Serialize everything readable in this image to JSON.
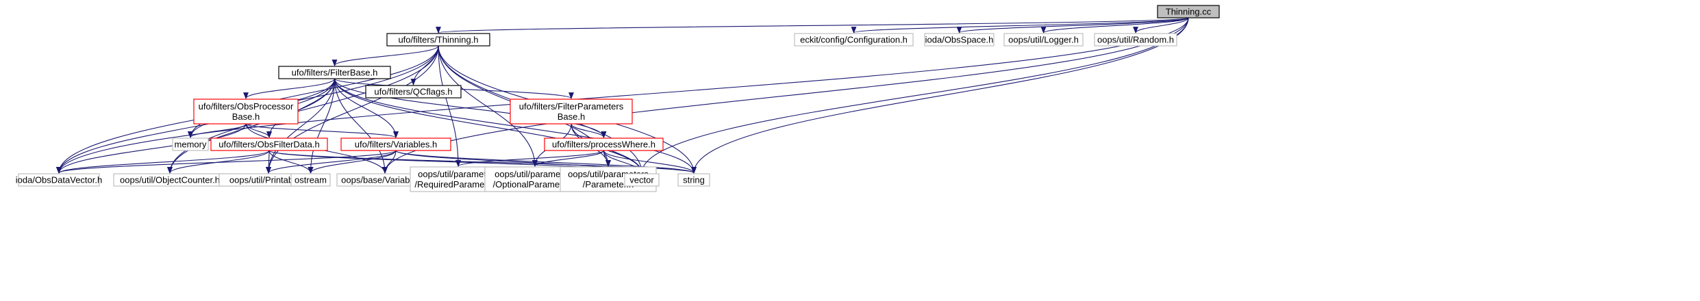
{
  "colors": {
    "root_fill": "#bfbfbf",
    "root_border": "#000000",
    "local_border": "#000000",
    "incomplete_border": "#ff0000",
    "external_border": "#bfbfbf",
    "edge": "#191970"
  },
  "nodes": [
    {
      "id": "thinning_cc",
      "lines": [
        "Thinning.cc"
      ],
      "kind": "root"
    },
    {
      "id": "thinning_h",
      "lines": [
        "ufo/filters/Thinning.h"
      ],
      "kind": "local"
    },
    {
      "id": "eckit_config",
      "lines": [
        "eckit/config/Configuration.h"
      ],
      "kind": "external"
    },
    {
      "id": "ioda_obsspace",
      "lines": [
        "ioda/ObsSpace.h"
      ],
      "kind": "external"
    },
    {
      "id": "oops_logger",
      "lines": [
        "oops/util/Logger.h"
      ],
      "kind": "external"
    },
    {
      "id": "oops_random",
      "lines": [
        "oops/util/Random.h"
      ],
      "kind": "external"
    },
    {
      "id": "filterbase_h",
      "lines": [
        "ufo/filters/FilterBase.h"
      ],
      "kind": "local"
    },
    {
      "id": "qcflags_h",
      "lines": [
        "ufo/filters/QCflags.h"
      ],
      "kind": "local"
    },
    {
      "id": "obsproc_h",
      "lines": [
        "ufo/filters/ObsProcessor",
        "Base.h"
      ],
      "kind": "incomplete"
    },
    {
      "id": "filterparams_h",
      "lines": [
        "ufo/filters/FilterParameters",
        "Base.h"
      ],
      "kind": "incomplete"
    },
    {
      "id": "memory",
      "lines": [
        "memory"
      ],
      "kind": "external"
    },
    {
      "id": "obsfilterdata_h",
      "lines": [
        "ufo/filters/ObsFilterData.h"
      ],
      "kind": "incomplete"
    },
    {
      "id": "variables_h",
      "lines": [
        "ufo/filters/Variables.h"
      ],
      "kind": "incomplete"
    },
    {
      "id": "processwhere_h",
      "lines": [
        "ufo/filters/processWhere.h"
      ],
      "kind": "incomplete"
    },
    {
      "id": "ioda_obsdatavector",
      "lines": [
        "ioda/ObsDataVector.h"
      ],
      "kind": "external"
    },
    {
      "id": "oops_objectcounter",
      "lines": [
        "oops/util/ObjectCounter.h"
      ],
      "kind": "external"
    },
    {
      "id": "oops_printable",
      "lines": [
        "oops/util/Printable.h"
      ],
      "kind": "external"
    },
    {
      "id": "ostream",
      "lines": [
        "ostream"
      ],
      "kind": "external"
    },
    {
      "id": "oops_base_variables",
      "lines": [
        "oops/base/Variables.h"
      ],
      "kind": "external"
    },
    {
      "id": "oops_requiredparam",
      "lines": [
        "oops/util/parameters",
        "/RequiredParameter.h"
      ],
      "kind": "external"
    },
    {
      "id": "oops_optionalparam",
      "lines": [
        "oops/util/parameters",
        "/OptionalParameter.h"
      ],
      "kind": "external"
    },
    {
      "id": "oops_parameter",
      "lines": [
        "oops/util/parameters",
        "/Parameter.h"
      ],
      "kind": "external"
    },
    {
      "id": "vector",
      "lines": [
        "vector"
      ],
      "kind": "external"
    },
    {
      "id": "string",
      "lines": [
        "string"
      ],
      "kind": "external"
    }
  ],
  "edges": [
    [
      "thinning_cc",
      "thinning_h"
    ],
    [
      "thinning_cc",
      "eckit_config"
    ],
    [
      "thinning_cc",
      "ioda_obsspace"
    ],
    [
      "thinning_cc",
      "oops_logger"
    ],
    [
      "thinning_cc",
      "oops_random"
    ],
    [
      "thinning_cc",
      "ioda_obsdatavector"
    ],
    [
      "thinning_cc",
      "oops_base_variables"
    ],
    [
      "thinning_cc",
      "vector"
    ],
    [
      "thinning_cc",
      "string"
    ],
    [
      "thinning_h",
      "filterbase_h"
    ],
    [
      "thinning_h",
      "qcflags_h"
    ],
    [
      "thinning_h",
      "memory"
    ],
    [
      "thinning_h",
      "ioda_obsdatavector"
    ],
    [
      "thinning_h",
      "oops_objectcounter"
    ],
    [
      "thinning_h",
      "oops_printable"
    ],
    [
      "thinning_h",
      "oops_requiredparam"
    ],
    [
      "thinning_h",
      "oops_optionalparam"
    ],
    [
      "thinning_h",
      "oops_parameter"
    ],
    [
      "thinning_h",
      "vector"
    ],
    [
      "thinning_h",
      "string"
    ],
    [
      "filterbase_h",
      "obsproc_h"
    ],
    [
      "filterbase_h",
      "filterparams_h"
    ],
    [
      "filterbase_h",
      "memory"
    ],
    [
      "filterbase_h",
      "obsfilterdata_h"
    ],
    [
      "filterbase_h",
      "variables_h"
    ],
    [
      "filterbase_h",
      "processwhere_h"
    ],
    [
      "filterbase_h",
      "ioda_obsdatavector"
    ],
    [
      "filterbase_h",
      "oops_objectcounter"
    ],
    [
      "filterbase_h",
      "oops_printable"
    ],
    [
      "filterbase_h",
      "ostream"
    ],
    [
      "filterbase_h",
      "oops_base_variables"
    ],
    [
      "filterbase_h",
      "vector"
    ],
    [
      "filterbase_h",
      "string"
    ],
    [
      "obsproc_h",
      "memory"
    ],
    [
      "obsproc_h",
      "obsfilterdata_h"
    ],
    [
      "obsproc_h",
      "variables_h"
    ],
    [
      "obsproc_h",
      "ioda_obsdatavector"
    ],
    [
      "obsproc_h",
      "oops_base_variables"
    ],
    [
      "filterparams_h",
      "processwhere_h"
    ],
    [
      "filterparams_h",
      "oops_optionalparam"
    ],
    [
      "filterparams_h",
      "oops_parameter"
    ],
    [
      "filterparams_h",
      "vector"
    ],
    [
      "obsfilterdata_h",
      "ioda_obsdatavector"
    ],
    [
      "obsfilterdata_h",
      "oops_objectcounter"
    ],
    [
      "obsfilterdata_h",
      "oops_printable"
    ],
    [
      "obsfilterdata_h",
      "ostream"
    ],
    [
      "obsfilterdata_h",
      "vector"
    ],
    [
      "obsfilterdata_h",
      "string"
    ],
    [
      "variables_h",
      "oops_printable"
    ],
    [
      "variables_h",
      "ostream"
    ],
    [
      "variables_h",
      "oops_base_variables"
    ],
    [
      "variables_h",
      "vector"
    ],
    [
      "variables_h",
      "string"
    ],
    [
      "variables_h",
      "ioda_obsdatavector"
    ],
    [
      "processwhere_h",
      "oops_requiredparam"
    ],
    [
      "processwhere_h",
      "oops_optionalparam"
    ],
    [
      "processwhere_h",
      "oops_parameter"
    ],
    [
      "processwhere_h",
      "vector"
    ],
    [
      "processwhere_h",
      "string"
    ]
  ]
}
